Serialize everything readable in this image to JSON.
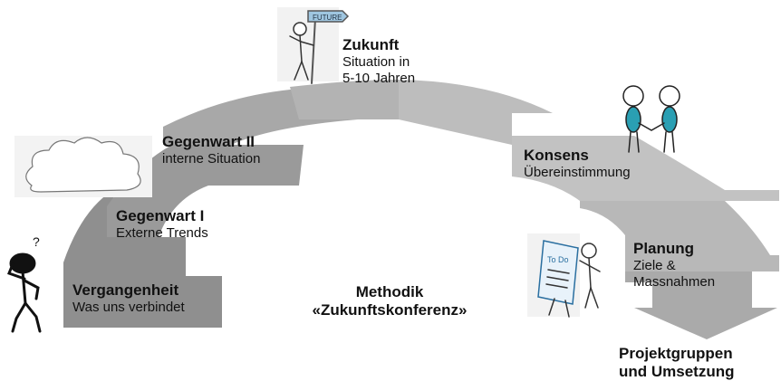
{
  "steps": {
    "vergangenheit": {
      "title": "Vergangenheit",
      "subtitle": "Was uns verbindet"
    },
    "gegenwart1": {
      "title": "Gegenwart I",
      "subtitle": "Externe Trends"
    },
    "gegenwart2": {
      "title": "Gegenwart II",
      "subtitle": "interne Situation"
    },
    "zukunft": {
      "title": "Zukunft",
      "subtitle_line1": "Situation in",
      "subtitle_line2": "5-10 Jahren"
    },
    "konsens": {
      "title": "Konsens",
      "subtitle": "Übereinstimmung"
    },
    "planung": {
      "title": "Planung",
      "subtitle_line1": "Ziele &",
      "subtitle_line2": "Massnahmen"
    },
    "projektgruppen": {
      "line1": "Projektgruppen",
      "line2": "und Umsetzung"
    }
  },
  "center": {
    "line1": "Methodik",
    "line2": "«Zukunftskonferenz»"
  },
  "illustrations": {
    "future_sign_text": "FUTURE",
    "todo_text": "To Do"
  },
  "colors": {
    "arrow_dark": "#8f8f8f",
    "arrow_mid": "#a8a8a8",
    "arrow_light": "#c4c4c4",
    "skin_teal": "#2a9fb3"
  }
}
